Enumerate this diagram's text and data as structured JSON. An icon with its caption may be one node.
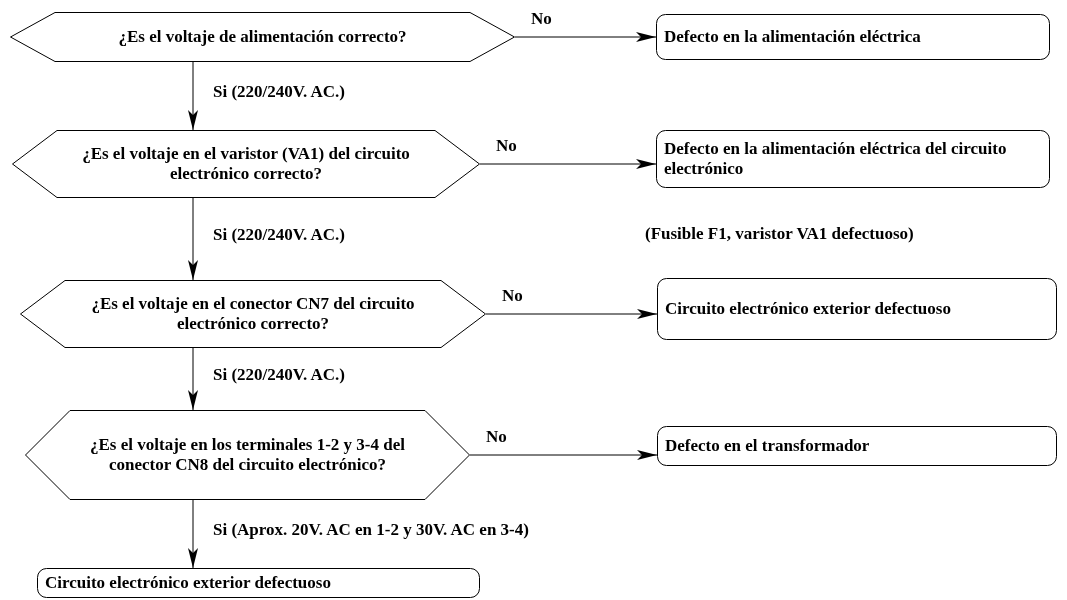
{
  "diagram": {
    "nodes": [
      {
        "text": [
          "¿Es el voltaje de alimentación correcto?"
        ]
      },
      {
        "text": [
          "Defecto en la alimentación eléctrica"
        ]
      },
      {
        "text": [
          "¿Es el voltaje en el varistor (VA1) del circuito electrónico correcto?"
        ]
      },
      {
        "text": [
          "Defecto en la alimentación eléctrica del circuito electrónico"
        ],
        "beside": [
          "(Fusible F1, varistor VA1 defectuoso)"
        ]
      },
      {
        "text": [
          "¿Es el voltaje en el conector CN7 del circuito electrónico correcto?"
        ]
      },
      {
        "text": [
          "Circuito electrónico exterior defectuoso"
        ]
      },
      {
        "text": [
          "¿Es el voltaje en los terminales 1-2 y 3-4 del conector CN8 del circuito electrónico?"
        ]
      },
      {
        "text": [
          "Defecto en el transformador"
        ]
      },
      {
        "text": [
          "Circuito electrónico exterior  defectuoso"
        ]
      }
    ],
    "edges": [
      {
        "from": 0,
        "to": 1,
        "arrow": "to",
        "label": "No"
      },
      {
        "from": 0,
        "to": 2,
        "arrow": "to",
        "label": "Si (220/240V.  AC.)"
      },
      {
        "from": 2,
        "to": 3,
        "arrow": "to",
        "label": "No"
      },
      {
        "from": 2,
        "to": 4,
        "arrow": "to",
        "label": "Si (220/240V.  AC.)"
      },
      {
        "from": 4,
        "to": 5,
        "arrow": "to",
        "label": "No"
      },
      {
        "from": 4,
        "to": 6,
        "arrow": "to",
        "label": "Si (220/240V.  AC.)"
      },
      {
        "from": 6,
        "to": 7,
        "arrow": "to",
        "label": "No"
      },
      {
        "from": 6,
        "to": 8,
        "arrow": "to",
        "label": "Si (Aprox. 20V. AC en 1-2 y 30V. AC en 3-4)"
      }
    ]
  }
}
